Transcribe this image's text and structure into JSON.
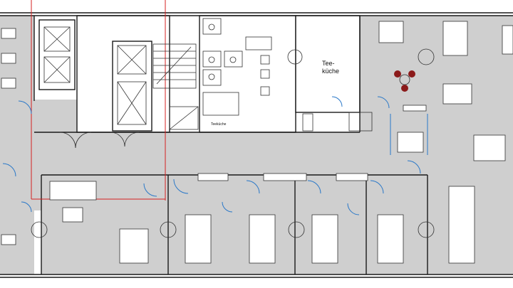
{
  "labels": {
    "tea_kitchen_upper": "Tee-",
    "tea_kitchen_lower": "küche",
    "tea_kitchen_small": "Teeküche"
  },
  "colors": {
    "floor_fill": "#cfcfcf",
    "wall": "#1a1a1a",
    "door_swing": "#2a78c8",
    "boundary": "#d62020",
    "lounge_chair": "#8b1a1a"
  }
}
